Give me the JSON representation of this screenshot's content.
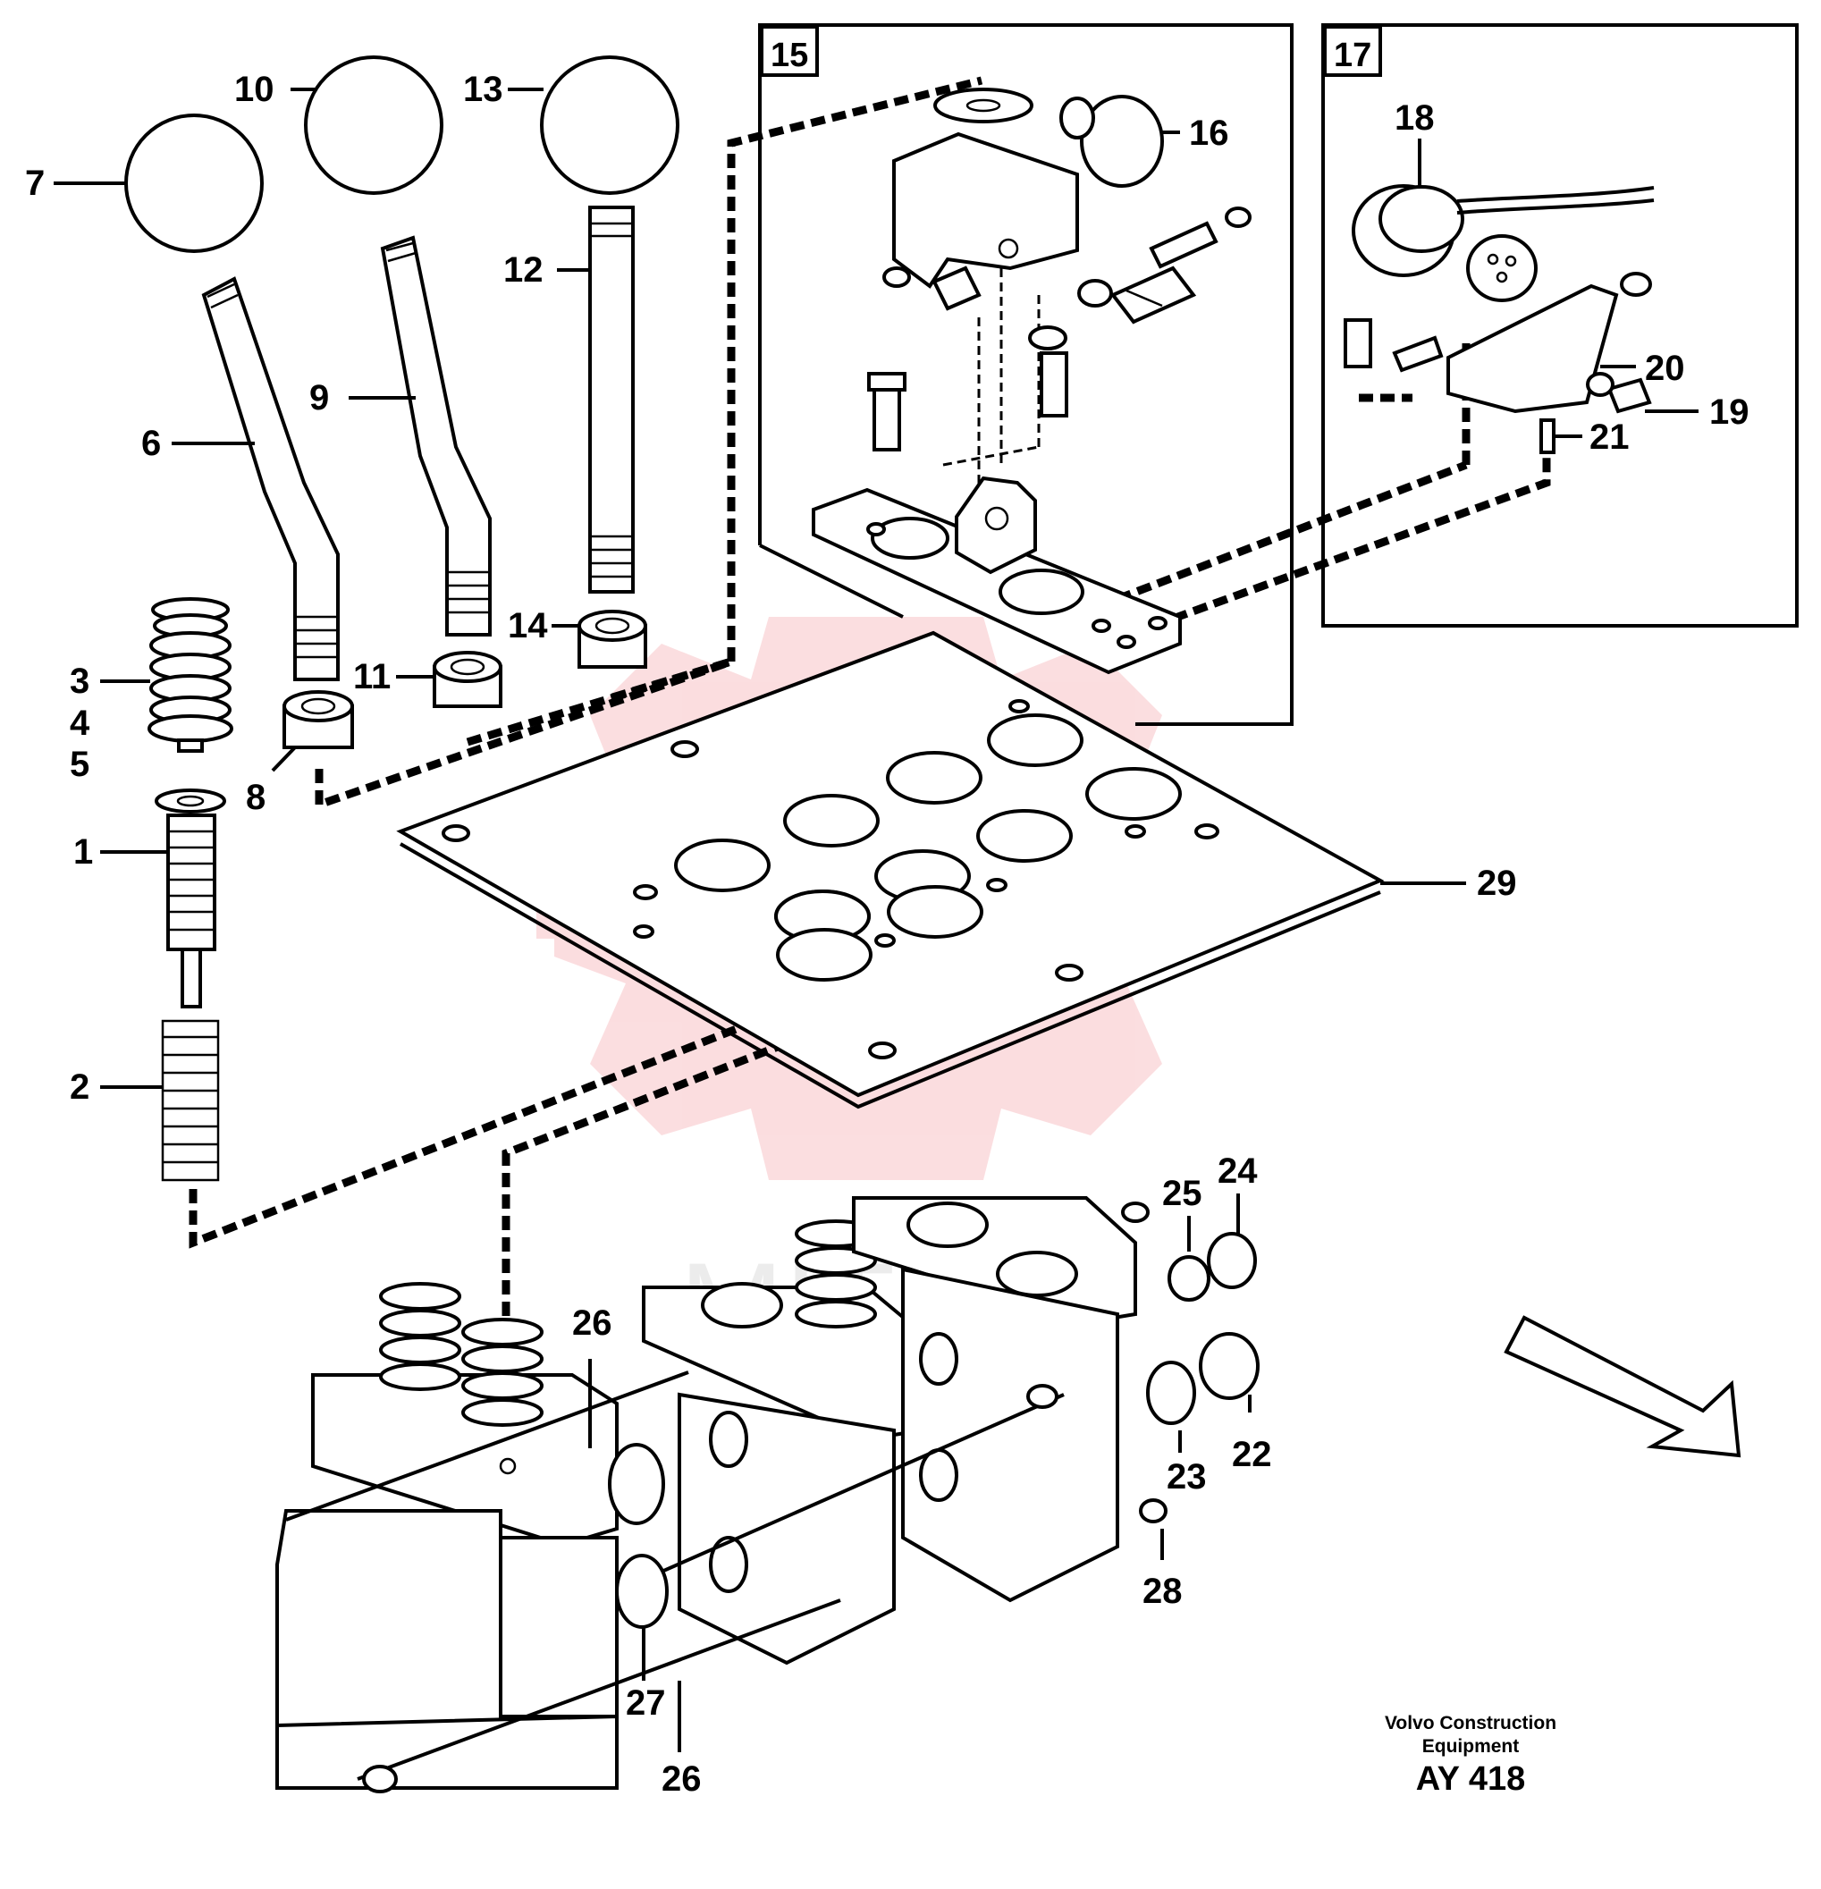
{
  "diagram": {
    "callouts": [
      "1",
      "2",
      "3",
      "4",
      "5",
      "6",
      "7",
      "8",
      "9",
      "10",
      "11",
      "12",
      "13",
      "14",
      "15",
      "16",
      "17",
      "18",
      "19",
      "20",
      "21",
      "22",
      "23",
      "24",
      "25",
      "26",
      "26",
      "27",
      "28",
      "29"
    ],
    "boxes": {
      "box_a": "15",
      "box_b": "17"
    },
    "credit": {
      "line1": "Volvo Construction",
      "line2": "Equipment"
    },
    "reference": "AY 418",
    "watermark_text": "MITEX",
    "colors": {
      "line": "#000000",
      "watermark": "#e8323c"
    }
  }
}
